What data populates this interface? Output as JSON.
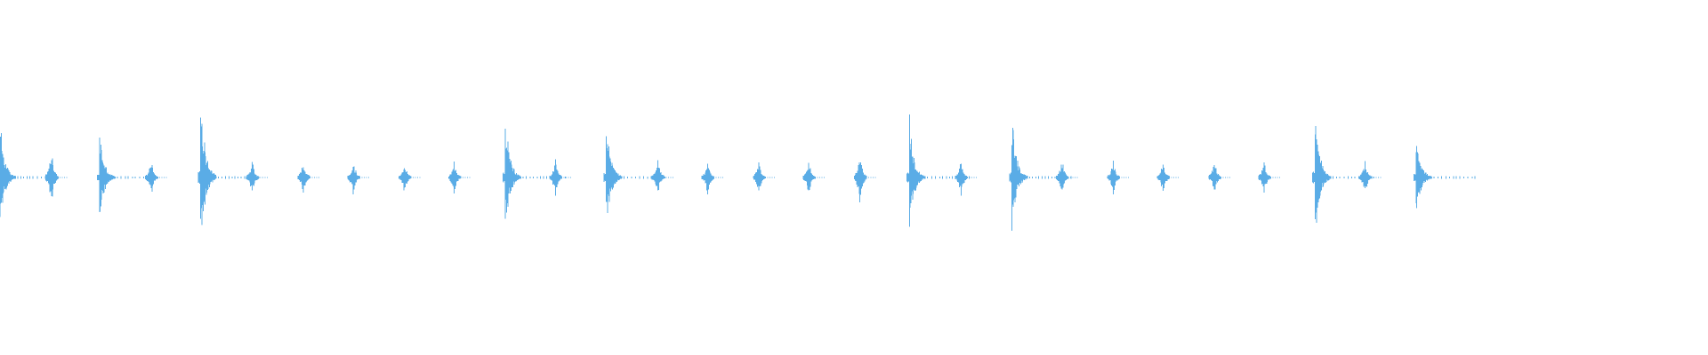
{
  "waveform": {
    "color": "#5aace6",
    "baseline_level": 0.0,
    "max_amplitude": 1.0,
    "sample_time_start_s": 0.0,
    "sample_time_end_s": 12.0,
    "hits": [
      {
        "time_s": 0.0,
        "peak": 0.67,
        "kind": "kick"
      },
      {
        "time_s": 0.36,
        "peak": 0.31,
        "kind": "hat"
      },
      {
        "time_s": 0.7,
        "peak": 0.55,
        "kind": "kick"
      },
      {
        "time_s": 1.06,
        "peak": 0.22,
        "kind": "hat"
      },
      {
        "time_s": 1.41,
        "peak": 1.0,
        "kind": "kick"
      },
      {
        "time_s": 1.77,
        "peak": 0.2,
        "kind": "hat"
      },
      {
        "time_s": 2.13,
        "peak": 0.21,
        "kind": "hat"
      },
      {
        "time_s": 2.48,
        "peak": 0.2,
        "kind": "hat"
      },
      {
        "time_s": 2.84,
        "peak": 0.2,
        "kind": "hat"
      },
      {
        "time_s": 3.19,
        "peak": 0.2,
        "kind": "hat"
      },
      {
        "time_s": 3.55,
        "peak": 0.72,
        "kind": "kick"
      },
      {
        "time_s": 3.9,
        "peak": 0.21,
        "kind": "hat"
      },
      {
        "time_s": 4.26,
        "peak": 0.67,
        "kind": "kick"
      },
      {
        "time_s": 4.62,
        "peak": 0.21,
        "kind": "hat"
      },
      {
        "time_s": 4.97,
        "peak": 0.2,
        "kind": "hat"
      },
      {
        "time_s": 5.33,
        "peak": 0.2,
        "kind": "hat"
      },
      {
        "time_s": 5.68,
        "peak": 0.2,
        "kind": "hat"
      },
      {
        "time_s": 6.04,
        "peak": 0.28,
        "kind": "hat"
      },
      {
        "time_s": 6.39,
        "peak": 0.72,
        "kind": "kick"
      },
      {
        "time_s": 6.75,
        "peak": 0.21,
        "kind": "hat"
      },
      {
        "time_s": 7.11,
        "peak": 0.72,
        "kind": "kick"
      },
      {
        "time_s": 7.46,
        "peak": 0.2,
        "kind": "hat"
      },
      {
        "time_s": 7.82,
        "peak": 0.2,
        "kind": "hat"
      },
      {
        "time_s": 8.17,
        "peak": 0.2,
        "kind": "hat"
      },
      {
        "time_s": 8.53,
        "peak": 0.2,
        "kind": "hat"
      },
      {
        "time_s": 8.88,
        "peak": 0.2,
        "kind": "hat"
      },
      {
        "time_s": 9.24,
        "peak": 0.83,
        "kind": "kick"
      },
      {
        "time_s": 9.59,
        "peak": 0.2,
        "kind": "hat"
      },
      {
        "time_s": 9.95,
        "peak": 0.55,
        "kind": "kick"
      }
    ]
  }
}
